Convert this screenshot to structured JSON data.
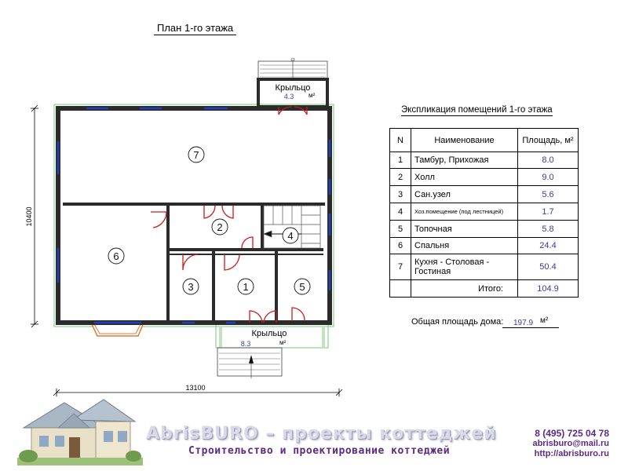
{
  "plan": {
    "title": "План 1-го этажа",
    "dim_width": "13100",
    "dim_height": "10400",
    "porch_top": {
      "label": "Крыльцо",
      "area": "4.3",
      "unit": "м²"
    },
    "porch_bottom": {
      "label": "Крыльцо",
      "area": "8.3",
      "unit": "м²"
    },
    "room_markers": [
      "7",
      "2",
      "4",
      "6",
      "3",
      "1",
      "5"
    ]
  },
  "explication": {
    "title": "Экспликация помещений 1-го этажа",
    "columns": [
      "N",
      "Наименование",
      "Площадь, м²"
    ],
    "rows": [
      {
        "n": "1",
        "name": "Тамбур, Прихожая",
        "area": "8.0"
      },
      {
        "n": "2",
        "name": "Холл",
        "area": "9.0"
      },
      {
        "n": "3",
        "name": "Сан.узел",
        "area": "5.6"
      },
      {
        "n": "4",
        "name": "Хоз.помещение (под лестницей)",
        "area": "1.7"
      },
      {
        "n": "5",
        "name": "Топочная",
        "area": "5.8"
      },
      {
        "n": "6",
        "name": "Спальня",
        "area": "24.4"
      },
      {
        "n": "7",
        "name": "Кухня - Столовая - Гостиная",
        "area": "50.4"
      }
    ],
    "total_label": "Итого:",
    "total_value": "104.9"
  },
  "house_total": {
    "label": "Общая площадь дома:",
    "value": "197.9",
    "unit": "м²"
  },
  "contacts": {
    "phone": "8 (495) 725 04 78",
    "email": "abrisburo@mail.ru",
    "site": "http://abrisburo.ru"
  },
  "branding": {
    "name": "AbrisBURO – проекты коттеджей",
    "tagline": "Строительство и проектирование коттеджей"
  },
  "colors": {
    "wall": "#2b2b2b",
    "window": "#1f3fbf",
    "door": "#cc1a1a",
    "bay_window": "#e07a3a",
    "accent_text": "#5b2a86",
    "area_text": "#3a3aa0"
  }
}
